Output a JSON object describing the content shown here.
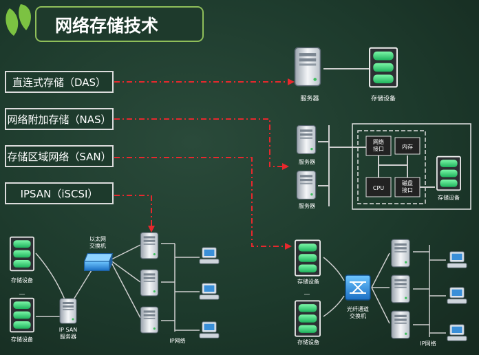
{
  "title": "网络存储技术",
  "categories": [
    {
      "id": "das",
      "label": "直连式存储（DAS）"
    },
    {
      "id": "nas",
      "label": "网络附加存储（NAS）"
    },
    {
      "id": "san",
      "label": "存储区域网络（SAN）"
    },
    {
      "id": "ipsan",
      "label": "IPSAN（iSCSI）"
    }
  ],
  "das": {
    "server_label": "服务器",
    "storage_label": "存储设备"
  },
  "nas": {
    "server1_label": "服务器",
    "server2_label": "服务器",
    "net_iface": "网络\n接口",
    "memory": "内存",
    "cpu": "CPU",
    "disk_iface": "磁盘\n接口",
    "storage_label": "存储设备"
  },
  "ipsan_diagram": {
    "storage1_label": "存储设备",
    "storage2_label": "存储设备",
    "dash": "—",
    "switch_label": "以太网\n交换机",
    "server_label": "IP SAN\n服务器",
    "network_label": "IP网络"
  },
  "san_diagram": {
    "storage1_label": "存储设备",
    "storage2_label": "存储设备",
    "dash": "—",
    "switch_label": "光纤通道\n交换机",
    "network_label": "IP网络"
  },
  "colors": {
    "accent": "#e8282d",
    "box_border": "#e0e0e0",
    "title_border": "#8fbf5a",
    "leaf": "#7cc242",
    "text": "#ffffff"
  }
}
